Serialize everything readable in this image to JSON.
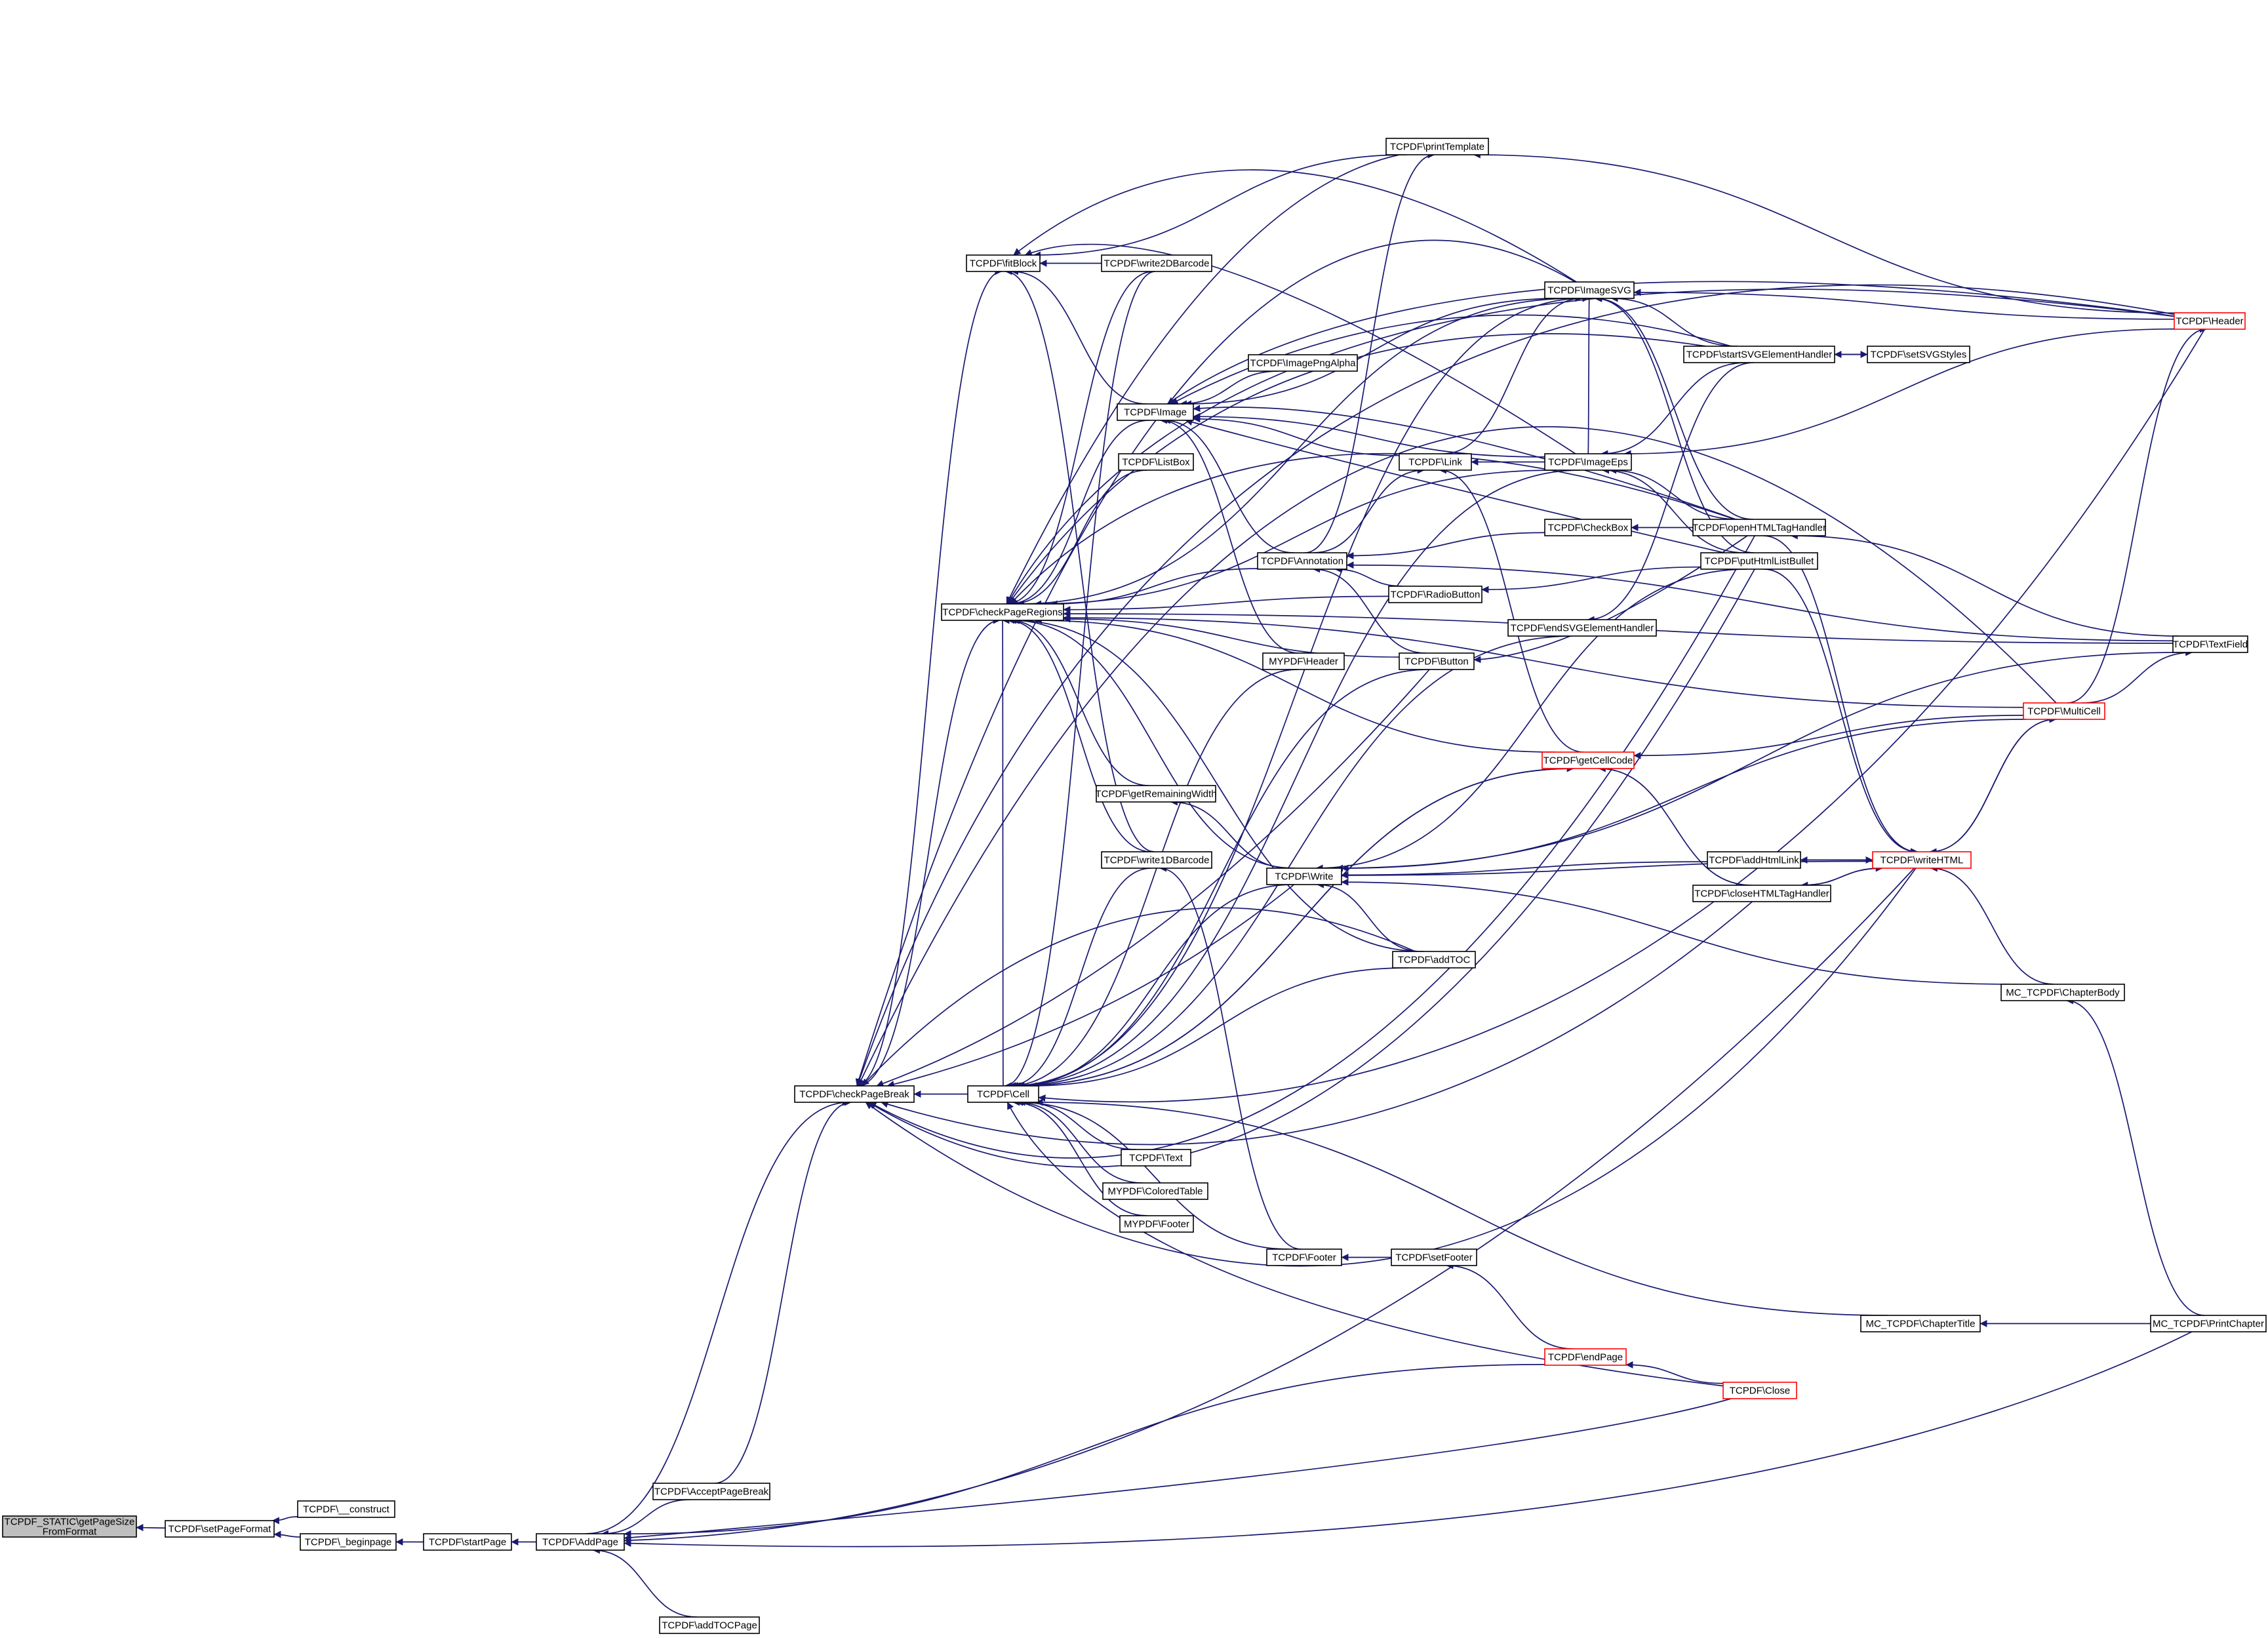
{
  "graph": {
    "type": "call-graph",
    "edge_color": "#191970",
    "truncated_node_border_color": "#ff0000",
    "root_fill_color": "#bfbfbf",
    "nodes": [
      {
        "id": "root",
        "lines": [
          "TCPDF_STATIC\\getPageSize",
          "FromFormat"
        ]
      },
      {
        "id": "setPageFormat",
        "lines": [
          "TCPDF\\setPageFormat"
        ]
      },
      {
        "id": "construct",
        "lines": [
          "TCPDF\\__construct"
        ]
      },
      {
        "id": "beginpage",
        "lines": [
          "TCPDF\\_beginpage"
        ]
      },
      {
        "id": "startPage",
        "lines": [
          "TCPDF\\startPage"
        ]
      },
      {
        "id": "AddPage",
        "lines": [
          "TCPDF\\AddPage"
        ]
      },
      {
        "id": "AcceptPageBreak",
        "lines": [
          "TCPDF\\AcceptPageBreak"
        ]
      },
      {
        "id": "addTOCPage",
        "lines": [
          "TCPDF\\addTOCPage"
        ]
      },
      {
        "id": "checkPageBreak",
        "lines": [
          "TCPDF\\checkPageBreak"
        ]
      },
      {
        "id": "Cell",
        "lines": [
          "TCPDF\\Cell"
        ]
      },
      {
        "id": "checkPageRegions",
        "lines": [
          "TCPDF\\checkPageRegions"
        ]
      },
      {
        "id": "fitBlock",
        "lines": [
          "TCPDF\\fitBlock"
        ]
      },
      {
        "id": "write2DBarcode",
        "lines": [
          "TCPDF\\write2DBarcode"
        ]
      },
      {
        "id": "printTemplate",
        "lines": [
          "TCPDF\\printTemplate"
        ]
      },
      {
        "id": "Image",
        "lines": [
          "TCPDF\\Image"
        ]
      },
      {
        "id": "ImagePngAlpha",
        "lines": [
          "TCPDF\\ImagePngAlpha"
        ]
      },
      {
        "id": "ImageSVG",
        "lines": [
          "TCPDF\\ImageSVG"
        ]
      },
      {
        "id": "ListBox",
        "lines": [
          "TCPDF\\ListBox"
        ]
      },
      {
        "id": "Link",
        "lines": [
          "TCPDF\\Link"
        ]
      },
      {
        "id": "ImageEps",
        "lines": [
          "TCPDF\\ImageEps"
        ]
      },
      {
        "id": "Annotation",
        "lines": [
          "TCPDF\\Annotation"
        ]
      },
      {
        "id": "CheckBox",
        "lines": [
          "TCPDF\\CheckBox"
        ]
      },
      {
        "id": "RadioButton",
        "lines": [
          "TCPDF\\RadioButton"
        ]
      },
      {
        "id": "endSVGElementHandler",
        "lines": [
          "TCPDF\\endSVGElementHandler"
        ]
      },
      {
        "id": "MYPDFHeader",
        "lines": [
          "MYPDF\\Header"
        ]
      },
      {
        "id": "Button",
        "lines": [
          "TCPDF\\Button"
        ]
      },
      {
        "id": "getCellCode",
        "lines": [
          "TCPDF\\getCellCode"
        ],
        "red": true
      },
      {
        "id": "getRemainingWidth",
        "lines": [
          "TCPDF\\getRemainingWidth"
        ]
      },
      {
        "id": "write1DBarcode",
        "lines": [
          "TCPDF\\write1DBarcode"
        ]
      },
      {
        "id": "Write",
        "lines": [
          "TCPDF\\Write"
        ]
      },
      {
        "id": "addTOC",
        "lines": [
          "TCPDF\\addTOC"
        ]
      },
      {
        "id": "Text",
        "lines": [
          "TCPDF\\Text"
        ]
      },
      {
        "id": "ColoredTable",
        "lines": [
          "MYPDF\\ColoredTable"
        ]
      },
      {
        "id": "MYPDFFooter",
        "lines": [
          "MYPDF\\Footer"
        ]
      },
      {
        "id": "Footer",
        "lines": [
          "TCPDF\\Footer"
        ]
      },
      {
        "id": "setFooter",
        "lines": [
          "TCPDF\\setFooter"
        ]
      },
      {
        "id": "endPage",
        "lines": [
          "TCPDF\\endPage"
        ],
        "red": true
      },
      {
        "id": "Close",
        "lines": [
          "TCPDF\\Close"
        ],
        "red": true
      },
      {
        "id": "ChapterTitle",
        "lines": [
          "MC_TCPDF\\ChapterTitle"
        ]
      },
      {
        "id": "PrintChapter",
        "lines": [
          "MC_TCPDF\\PrintChapter"
        ]
      },
      {
        "id": "ChapterBody",
        "lines": [
          "MC_TCPDF\\ChapterBody"
        ]
      },
      {
        "id": "startSVGElementHandler",
        "lines": [
          "TCPDF\\startSVGElementHandler"
        ]
      },
      {
        "id": "setSVGStyles",
        "lines": [
          "TCPDF\\setSVGStyles"
        ]
      },
      {
        "id": "openHTMLTagHandler",
        "lines": [
          "TCPDF\\openHTMLTagHandler"
        ]
      },
      {
        "id": "putHtmlListBullet",
        "lines": [
          "TCPDF\\putHtmlListBullet"
        ]
      },
      {
        "id": "addHtmlLink",
        "lines": [
          "TCPDF\\addHtmlLink"
        ]
      },
      {
        "id": "closeHTMLTagHandler",
        "lines": [
          "TCPDF\\closeHTMLTagHandler"
        ]
      },
      {
        "id": "writeHTML",
        "lines": [
          "TCPDF\\writeHTML"
        ],
        "red": true
      },
      {
        "id": "Header",
        "lines": [
          "TCPDF\\Header"
        ],
        "red": true
      },
      {
        "id": "MultiCell",
        "lines": [
          "TCPDF\\MultiCell"
        ],
        "red": true
      },
      {
        "id": "TextField",
        "lines": [
          "TCPDF\\TextField"
        ]
      }
    ]
  }
}
